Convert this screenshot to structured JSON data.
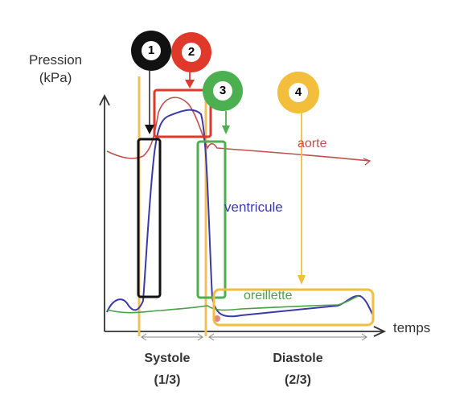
{
  "axis": {
    "y_label_line1": "Pression",
    "y_label_line2": "(kPa)",
    "x_label": "temps"
  },
  "curves": {
    "aorte": "aorte",
    "ventricule": "ventricule",
    "oreillette": "oreillette"
  },
  "phases": {
    "systole": "Systole",
    "systole_fraction": "(1/3)",
    "diastole": "Diastole",
    "diastole_fraction": "(2/3)"
  },
  "markers": [
    {
      "number": "1",
      "color": "#111111"
    },
    {
      "number": "2",
      "color": "#e0382b"
    },
    {
      "number": "3",
      "color": "#4caf50"
    },
    {
      "number": "4",
      "color": "#f2be3c"
    }
  ],
  "colors": {
    "aorte": "#c0504d",
    "ventricule": "#3a3aa8",
    "oreillette": "#4aa04a",
    "phase_line": "#f0c060",
    "axis": "#333333"
  }
}
